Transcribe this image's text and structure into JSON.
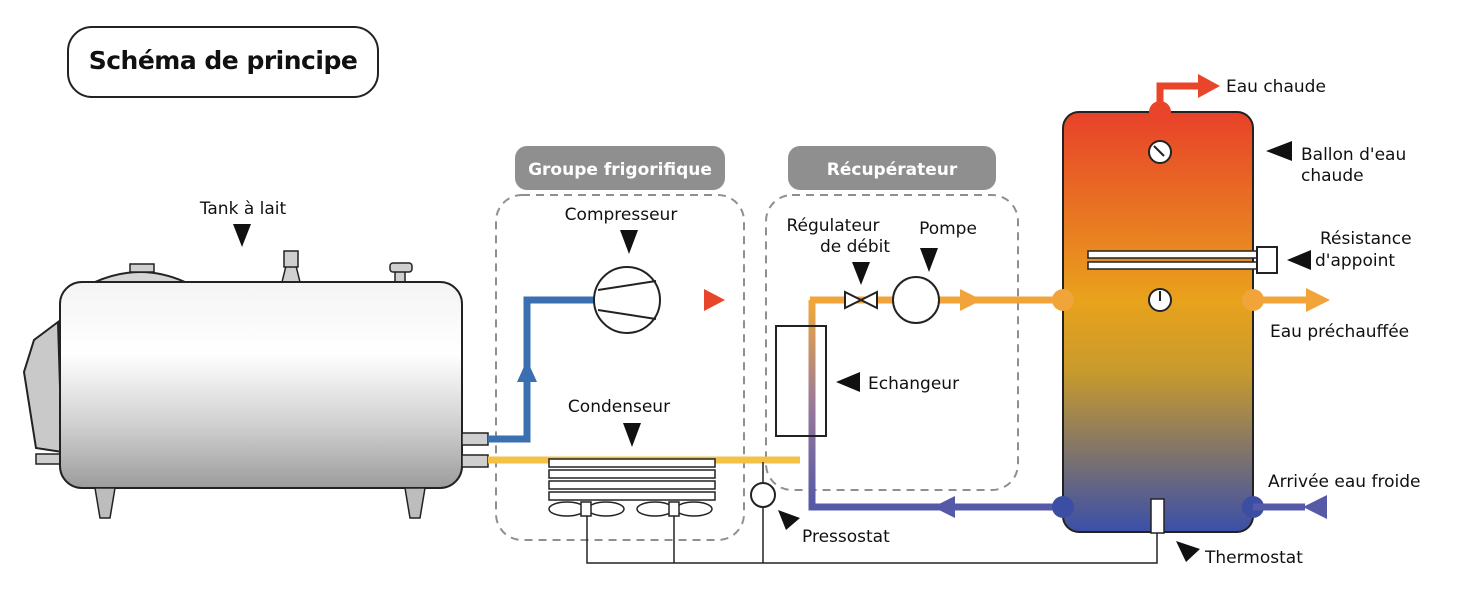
{
  "title": "Schéma de principe",
  "sections": {
    "refrigeration_group": "Groupe frigorifique",
    "recuperator": "Récupérateur"
  },
  "labels": {
    "milk_tank": "Tank à lait",
    "compressor": "Compresseur",
    "condenser": "Condenseur",
    "flow_regulator_line1": "Régulateur",
    "flow_regulator_line2": "de débit",
    "pump": "Pompe",
    "exchanger": "Echangeur",
    "pressure_switch": "Pressostat",
    "thermostat": "Thermostat",
    "hot_water_tank_line1": "Ballon d'eau",
    "hot_water_tank_line2": "chaude",
    "backup_heater_line1": "Résistance",
    "backup_heater_line2": "d'appoint",
    "hot_water_out": "Eau chaude",
    "preheated_water": "Eau préchauffée",
    "cold_water_in": "Arrivée eau froide"
  },
  "colors": {
    "cold_pipe": "#3a6fb0",
    "hot_pipe": "#e0245e",
    "warm_pipe": "#f3c244",
    "water_pipe": "#f0a43a",
    "return_pipe": "#5559a6",
    "section_box": "#8f8f8f",
    "tank_top": "#e8452a",
    "tank_mid": "#e9a21c",
    "tank_bottom": "#3c52a8"
  },
  "icons": [
    "arrow-pointer-icon",
    "gauge-icon",
    "valve-icon",
    "pump-icon",
    "fan-icon"
  ]
}
